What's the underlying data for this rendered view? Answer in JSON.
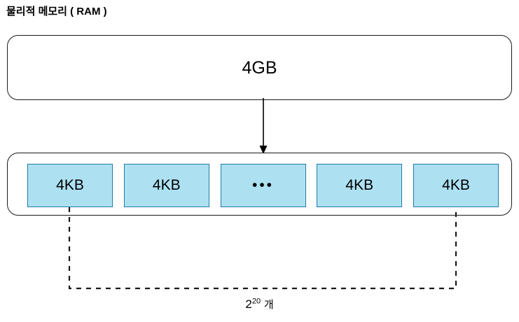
{
  "diagram": {
    "type": "memory-paging-diagram",
    "title": "물리적 메모리 ( RAM )",
    "ram": {
      "label": "4GB",
      "shape": "rounded-rectangle",
      "fill": "#ffffff",
      "stroke": "#1a1a1a"
    },
    "arrow": {
      "direction": "down",
      "from": "ram-box",
      "to": "frames-box",
      "color": "#000000"
    },
    "frames": {
      "container_shape": "rounded-rectangle",
      "cell_fill": "#ade1f2",
      "cell_stroke": "#1f7ba6",
      "cells": [
        {
          "label": "4KB",
          "kind": "frame"
        },
        {
          "label": "4KB",
          "kind": "frame"
        },
        {
          "label": "•••",
          "kind": "ellipsis"
        },
        {
          "label": "4KB",
          "kind": "frame"
        },
        {
          "label": "4KB",
          "kind": "frame"
        }
      ]
    },
    "bracket": {
      "style": "dashed",
      "color": "#1a1a1a",
      "spans": "first-frame-to-last-frame"
    },
    "count": {
      "base": "2",
      "exponent": "20",
      "unit": "개"
    }
  }
}
